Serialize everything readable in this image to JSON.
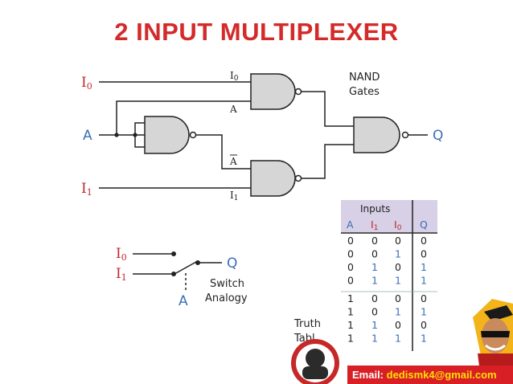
{
  "title": "2 INPUT MULTIPLEXER",
  "circuit": {
    "input_i0": "I",
    "input_i0_sub": "0",
    "input_a": "A",
    "input_i1": "I",
    "input_i1_sub": "1",
    "gate_in_i0": "I",
    "gate_in_i0_sub": "0",
    "gate_in_a": "A",
    "gate_in_abar": "A",
    "gate_in_i1": "I",
    "gate_in_i1_sub": "1",
    "nand_label_line1": "NAND",
    "nand_label_line2": "Gates",
    "output_q": "Q"
  },
  "switch": {
    "i0": "I",
    "i0_sub": "0",
    "i1": "I",
    "i1_sub": "1",
    "a": "A",
    "q": "Q",
    "label_line1": "Switch",
    "label_line2": "Analogy"
  },
  "truth_table": {
    "header": "Inputs",
    "caption_line1": "Truth",
    "caption_line2": "Tabl",
    "columns": [
      "A",
      "I",
      "I",
      "Q"
    ],
    "column_subs": [
      "",
      "1",
      "0",
      ""
    ],
    "rows": [
      [
        "0",
        "0",
        "0",
        "0"
      ],
      [
        "0",
        "0",
        "1",
        "0"
      ],
      [
        "0",
        "1",
        "0",
        "1"
      ],
      [
        "0",
        "1",
        "1",
        "1"
      ],
      [
        "1",
        "0",
        "0",
        "0"
      ],
      [
        "1",
        "0",
        "1",
        "1"
      ],
      [
        "1",
        "1",
        "0",
        "0"
      ],
      [
        "1",
        "1",
        "1",
        "1"
      ]
    ],
    "colors": {
      "one": "#3a6fb7",
      "zero": "#222222",
      "header_bg": "#d7d0e6",
      "accent": "#3a6fb7"
    }
  },
  "footer": {
    "email_label": "Email:",
    "email_address": "dedismk4@gmail.com"
  },
  "colors": {
    "title": "#d42a2a",
    "red_label": "#c1272d",
    "blue_label": "#3a6fb7",
    "footer_bg": "#d81f26",
    "footer_text": "#ffe000"
  }
}
